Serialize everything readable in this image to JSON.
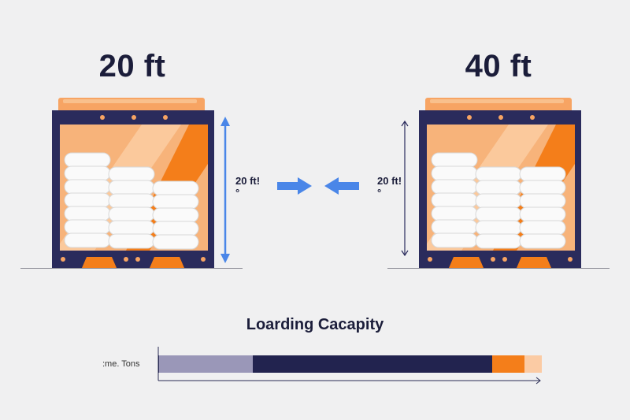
{
  "containers": [
    {
      "label": "20 ft",
      "dim_label": "20 ft!°"
    },
    {
      "label": "40 ft",
      "dim_label": "20 ft!°"
    }
  ],
  "capacity": {
    "title": "Loarding Cacapity",
    "unit_label": ":me. Tons",
    "segments": [
      {
        "fraction": 0.245,
        "color": "#9a97b8"
      },
      {
        "fraction": 0.625,
        "color": "#22234f"
      },
      {
        "fraction": 0.085,
        "color": "#f47e1a"
      },
      {
        "fraction": 0.045,
        "color": "#fbcba4"
      }
    ]
  },
  "colors": {
    "frame": "#2a2b5c",
    "orange": "#f47e1a",
    "peach": "#f7b37a",
    "arrow_blue": "#4a86e8"
  },
  "icons": [
    "right-arrow-icon",
    "left-arrow-icon"
  ]
}
